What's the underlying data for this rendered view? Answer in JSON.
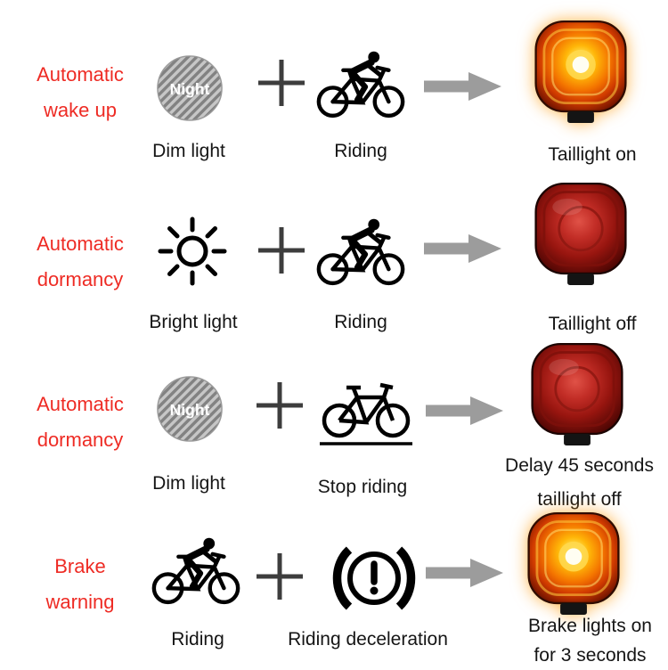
{
  "night_badge": "Night",
  "colors": {
    "title_red": "#ee2b24",
    "label_black": "#151515",
    "arrow_gray": "#9c9c9c",
    "plus_gray": "#3d3d3d",
    "light_on_core": "#fff8d9",
    "light_on_glow": "#ff9d00",
    "light_off_lens": "#9c1810"
  },
  "rows": [
    {
      "title": [
        "Automatic",
        "wake up"
      ],
      "condition1": {
        "icon": "night-dim-light-icon",
        "label": "Dim light"
      },
      "condition2": {
        "icon": "riding-cyclist-icon",
        "label": "Riding"
      },
      "result": {
        "image": "taillight-on",
        "lines": [
          "Taillight on",
          ""
        ]
      }
    },
    {
      "title": [
        "Automatic",
        "dormancy"
      ],
      "condition1": {
        "icon": "sun-bright-light-icon",
        "label": "Bright light"
      },
      "condition2": {
        "icon": "riding-cyclist-icon",
        "label": "Riding"
      },
      "result": {
        "image": "taillight-off",
        "lines": [
          "Taillight off",
          ""
        ]
      }
    },
    {
      "title": [
        "Automatic",
        "dormancy"
      ],
      "condition1": {
        "icon": "night-dim-light-icon",
        "label": "Dim light"
      },
      "condition2": {
        "icon": "bicycle-stopped-icon",
        "label": "Stop riding"
      },
      "result": {
        "image": "taillight-off",
        "lines": [
          "Delay 45 seconds",
          "taillight off"
        ]
      }
    },
    {
      "title": [
        "Brake",
        "warning"
      ],
      "condition1": {
        "icon": "riding-cyclist-icon",
        "label": "Riding"
      },
      "condition2": {
        "icon": "deceleration-warning-icon",
        "label": "Riding deceleration"
      },
      "result": {
        "image": "taillight-on",
        "lines": [
          "Brake lights on",
          "for 3 seconds"
        ]
      }
    }
  ]
}
